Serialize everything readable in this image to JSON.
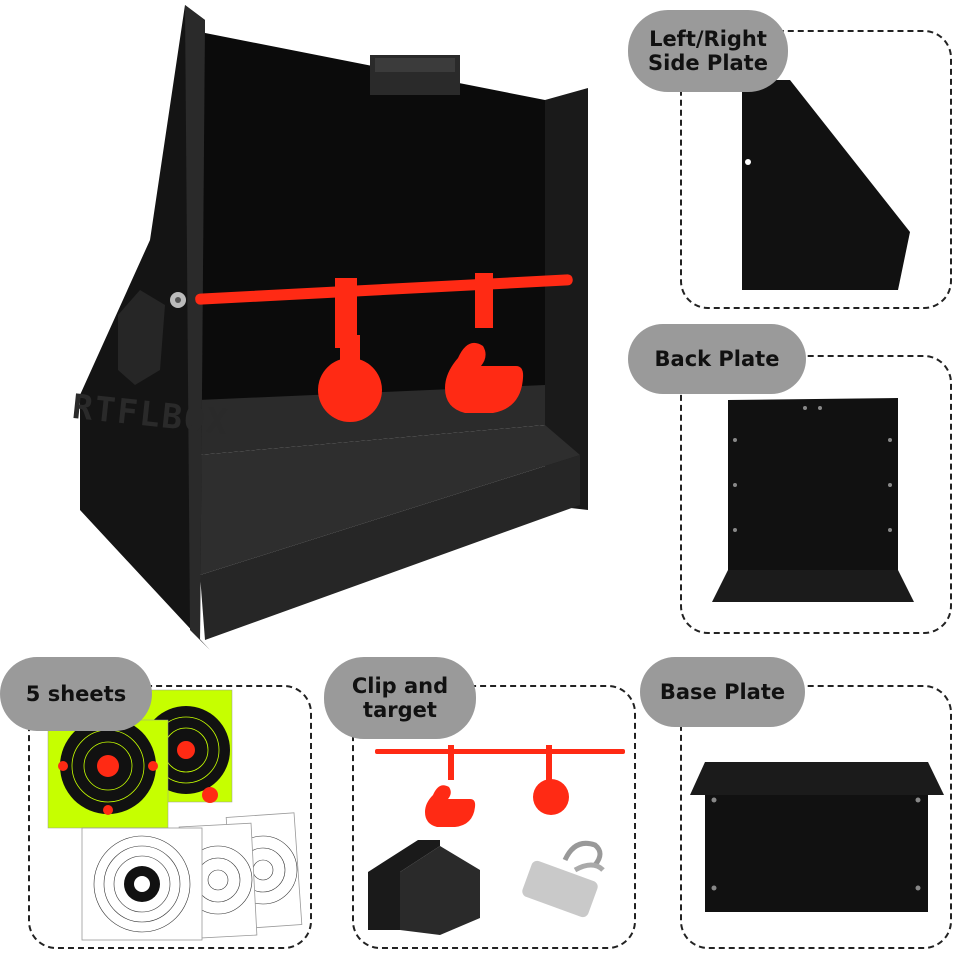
{
  "brand": {
    "logo_text": "RTFLBOX"
  },
  "panels": {
    "side_plate": {
      "label_line1": "Left/Right",
      "label_line2": "Side Plate"
    },
    "back_plate": {
      "label": "Back Plate"
    },
    "sheets": {
      "label": "5 sheets"
    },
    "clip_target": {
      "label_line1": "Clip and",
      "label_line2": "target"
    },
    "base_plate": {
      "label": "Base Plate"
    }
  },
  "colors": {
    "steel": "#111111",
    "steel_light": "#2b2b2b",
    "target_red": "#ff2a14",
    "label_bg": "#9a9a9a",
    "sheet_green": "#c6ff00"
  }
}
